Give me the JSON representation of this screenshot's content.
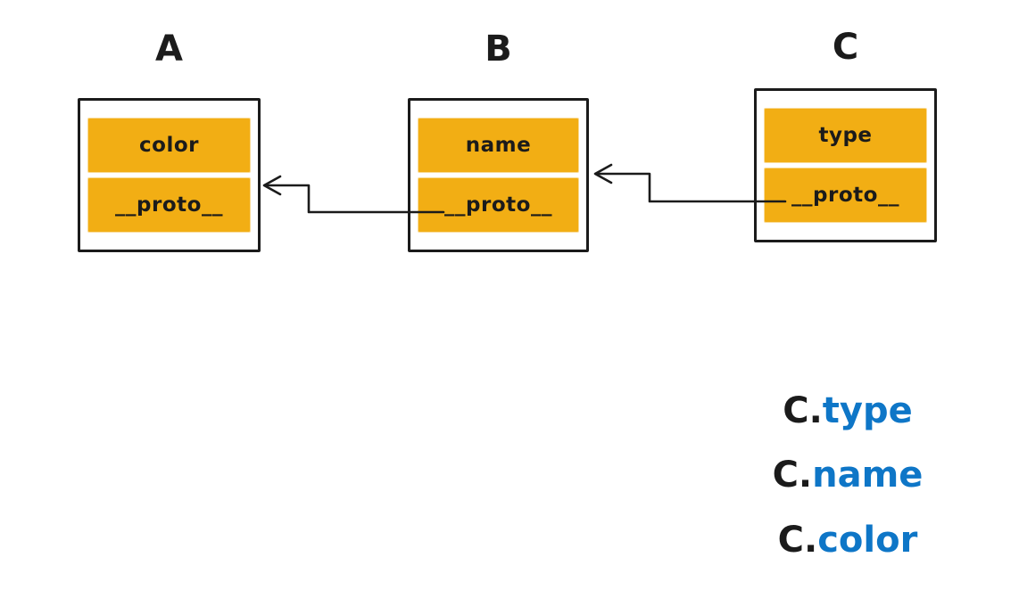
{
  "colors": {
    "cell_fill": "#F2AE14",
    "stroke": "#1b1b1b",
    "property_text": "#0E76C7",
    "background": "#ffffff"
  },
  "objects": [
    {
      "id": "A",
      "label": "A",
      "slots": [
        "color",
        "__proto__"
      ]
    },
    {
      "id": "B",
      "label": "B",
      "slots": [
        "name",
        "__proto__"
      ]
    },
    {
      "id": "C",
      "label": "C",
      "slots": [
        "type",
        "__proto__"
      ]
    }
  ],
  "arrows": [
    {
      "from": "B.__proto__",
      "to": "A"
    },
    {
      "from": "C.__proto__",
      "to": "B"
    }
  ],
  "lookups": [
    {
      "object": "C.",
      "property": "type"
    },
    {
      "object": "C.",
      "property": "name"
    },
    {
      "object": "C.",
      "property": "color"
    }
  ]
}
